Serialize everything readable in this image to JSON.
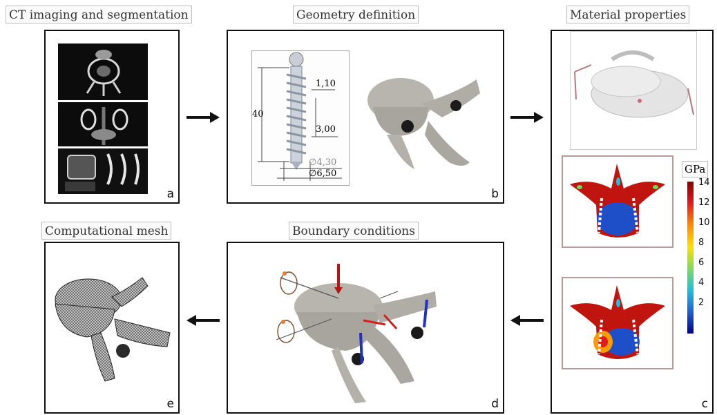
{
  "panels": {
    "a": {
      "title": "CT imaging and segmentation",
      "label": "a"
    },
    "b": {
      "title": "Geometry definition",
      "label": "b",
      "dims": {
        "length": "40",
        "pitch": "1,10",
        "thread": "3,00",
        "core": "4,30",
        "outer": "6,50",
        "dia": "∅"
      }
    },
    "c": {
      "title": "Material properties",
      "label": "c"
    },
    "d": {
      "title": "Boundary conditions",
      "label": "d"
    },
    "e": {
      "title": "Computational mesh",
      "label": "e"
    }
  },
  "colorbar": {
    "unit": "GPa",
    "ticks": [
      "14",
      "12",
      "10",
      "8",
      "6",
      "4",
      "2"
    ],
    "colors": [
      "#8b0000",
      "#e31a1c",
      "#ff8c00",
      "#ffe000",
      "#7fdc5a",
      "#20c0e0",
      "#1f5fd6",
      "#00008b"
    ]
  },
  "icons": [
    "arrow-right-icon",
    "arrow-left-icon"
  ]
}
